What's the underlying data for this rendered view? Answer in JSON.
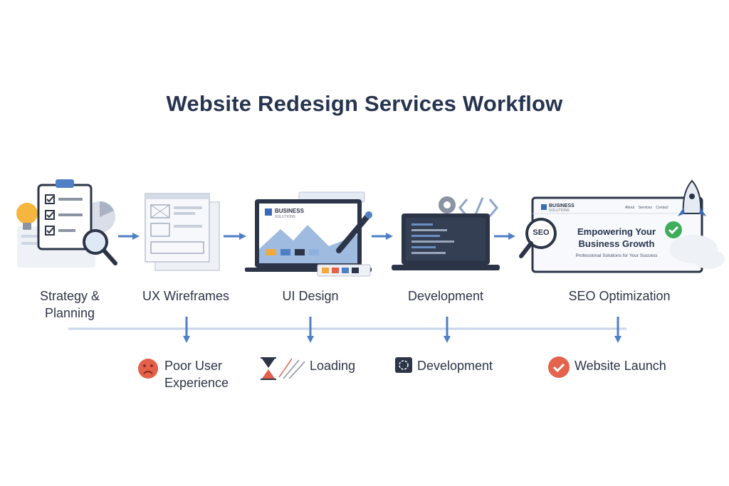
{
  "title": "Website Redesign Services Workflow",
  "steps": [
    {
      "label_line1": "Strategy &",
      "label_line2": "Planning"
    },
    {
      "label": "UX Wireframes"
    },
    {
      "label": "UI Design"
    },
    {
      "label": "Development"
    },
    {
      "label": "SEO Optimization"
    }
  ],
  "ui_mockup": {
    "brand_line1": "BUSINESS",
    "brand_line2": "SOLUTIONS"
  },
  "seo_mockup": {
    "brand_line1": "BUSINESS",
    "brand_line2": "SOLUTIONS",
    "nav": [
      "About",
      "Services",
      "Contact"
    ],
    "headline_line1": "Empowering Your",
    "headline_line2": "Business Growth",
    "tagline": "Professional Solutions for Your Success",
    "badge": "SEO"
  },
  "outcomes": [
    {
      "label_line1": "Poor User",
      "label_line2": "Experience",
      "icon": "sad-face-icon"
    },
    {
      "label": "Loading",
      "icon": "hourglass-icon"
    },
    {
      "label": "Development",
      "icon": "progress-square-icon"
    },
    {
      "label": "Website Launch",
      "icon": "check-circle-icon"
    }
  ],
  "colors": {
    "title": "#27344f",
    "arrow": "#4f7fc4",
    "sad": "#e3604a",
    "check": "#e4634c",
    "success": "#3fae5a",
    "dark": "#2c3547"
  }
}
